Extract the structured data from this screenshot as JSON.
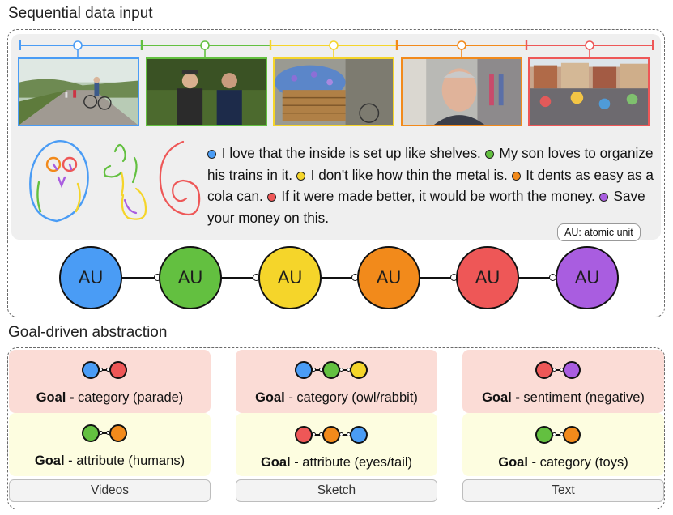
{
  "titles": {
    "sequential": "Sequential data input",
    "goal": "Goal-driven abstraction"
  },
  "colors": {
    "blue": "#4a9cf5",
    "green": "#63c040",
    "yellow": "#f5d52a",
    "orange": "#f28a1b",
    "red": "#ee5757",
    "purple": "#a95de0"
  },
  "video_frames": [
    {
      "scene": "cyclists-on-path",
      "color": "#4a9cf5"
    },
    {
      "scene": "two-men-portrait",
      "color": "#63c040"
    },
    {
      "scene": "bicycle-flower-basket",
      "color": "#f5d52a"
    },
    {
      "scene": "man-smiling-close-up",
      "color": "#f28a1b"
    },
    {
      "scene": "crowded-town-square",
      "color": "#ee5757"
    }
  ],
  "sketches": [
    "owl-sketch",
    "rabbit-sketch",
    "squirrel-tail-sketch"
  ],
  "sentences": [
    {
      "color": "#4a9cf5",
      "text": "I love that the inside is set up like shelves."
    },
    {
      "color": "#63c040",
      "text": "My son loves to organize his trains in it."
    },
    {
      "color": "#f5d52a",
      "text": "I don't like how thin the metal is."
    },
    {
      "color": "#f28a1b",
      "text": "It dents as easy as a cola can."
    },
    {
      "color": "#ee5757",
      "text": "If it were made better, it would be worth the money."
    },
    {
      "color": "#a95de0",
      "text": "Save your money on this."
    }
  ],
  "au_legend": "AU: atomic unit",
  "au_nodes": [
    {
      "label": "AU",
      "color": "#4a9cf5"
    },
    {
      "label": "AU",
      "color": "#63c040"
    },
    {
      "label": "AU",
      "color": "#f5d52a"
    },
    {
      "label": "AU",
      "color": "#f28a1b"
    },
    {
      "label": "AU",
      "color": "#ee5757"
    },
    {
      "label": "AU",
      "color": "#a95de0"
    }
  ],
  "columns": [
    {
      "modality": "Videos",
      "goals": [
        {
          "bold": "Goal -",
          "rest": " category (parade)",
          "chain": [
            "#4a9cf5",
            "#ee5757"
          ]
        },
        {
          "bold": "Goal",
          "rest": " - attribute (humans)",
          "chain": [
            "#63c040",
            "#f28a1b"
          ]
        }
      ]
    },
    {
      "modality": "Sketch",
      "goals": [
        {
          "bold": "Goal",
          "rest": " - category (owl/rabbit)",
          "chain": [
            "#4a9cf5",
            "#63c040",
            "#f5d52a"
          ]
        },
        {
          "bold": "Goal",
          "rest": " - attribute (eyes/tail)",
          "chain": [
            "#ee5757",
            "#f28a1b",
            "#4a9cf5"
          ]
        }
      ]
    },
    {
      "modality": "Text",
      "goals": [
        {
          "bold": "Goal -",
          "rest": " sentiment (negative)",
          "chain": [
            "#ee5757",
            "#a95de0"
          ]
        },
        {
          "bold": "Goal",
          "rest": " - category (toys)",
          "chain": [
            "#63c040",
            "#f28a1b"
          ]
        }
      ]
    }
  ]
}
